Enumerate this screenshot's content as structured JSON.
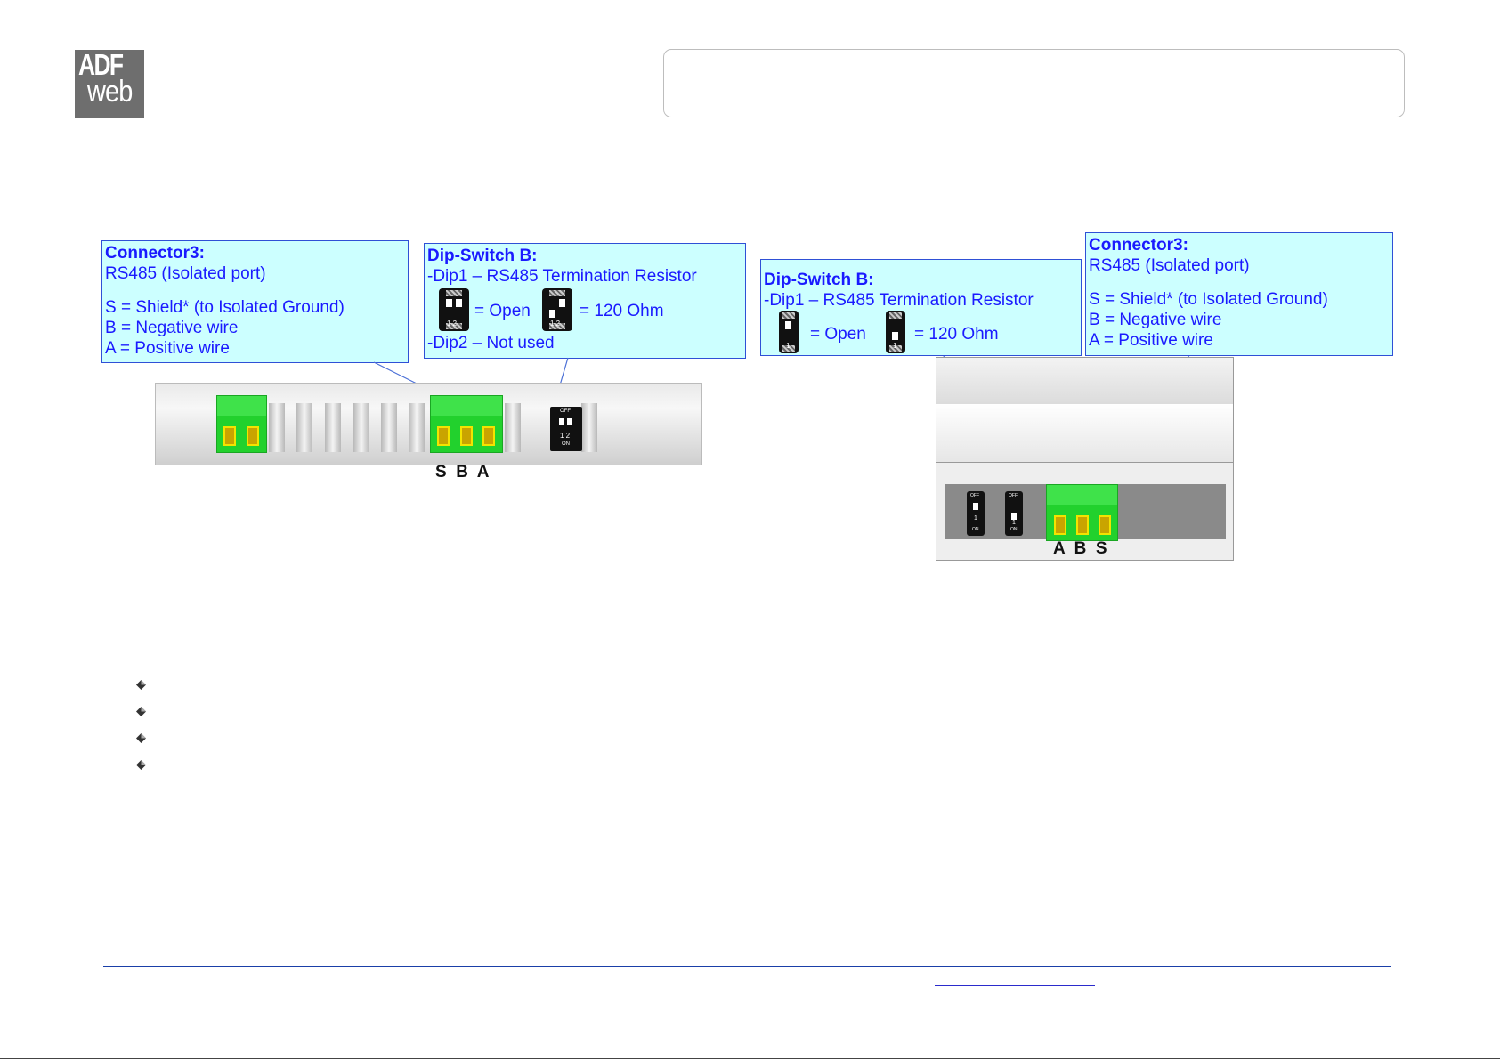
{
  "logo": {
    "line1": "ADF",
    "line2": "web"
  },
  "left_figure": {
    "connector_callout": {
      "title": "Connector3:",
      "lines": [
        "RS485 (Isolated port)",
        "S = Shield* (to Isolated Ground)",
        "B = Negative wire",
        "A = Positive wire"
      ]
    },
    "dip_callout": {
      "title": "Dip-Switch B:",
      "line1": "-Dip1 – RS485 Termination Resistor",
      "open_label": "= Open",
      "ohm_label": "= 120 Ohm",
      "line3": "-Dip2 – Not used",
      "dip_numbers": "1 2"
    },
    "terminal_labels": "S  B  A",
    "switch_text": {
      "off": "OFF",
      "nums": "1 2",
      "on": "ON"
    }
  },
  "right_figure": {
    "dip_callout": {
      "title": "Dip-Switch B:",
      "line1": "-Dip1 – RS485 Termination Resistor",
      "open_label": "= Open",
      "ohm_label": "= 120 Ohm",
      "dip_number": "1"
    },
    "connector_callout": {
      "title": "Connector3:",
      "lines": [
        "RS485 (Isolated port)",
        "S = Shield* (to Isolated Ground)",
        "B = Negative wire",
        "A = Positive wire"
      ]
    },
    "terminal_labels": "A  B  S",
    "switch_text": {
      "off": "OFF",
      "num": "1",
      "on": "ON"
    }
  },
  "colors": {
    "callout_bg": "#ccffff",
    "callout_border": "#2f50d6",
    "callout_text": "#1a1aff",
    "terminal_green": "#22d12d",
    "logo_gray": "#6e6e6e"
  }
}
